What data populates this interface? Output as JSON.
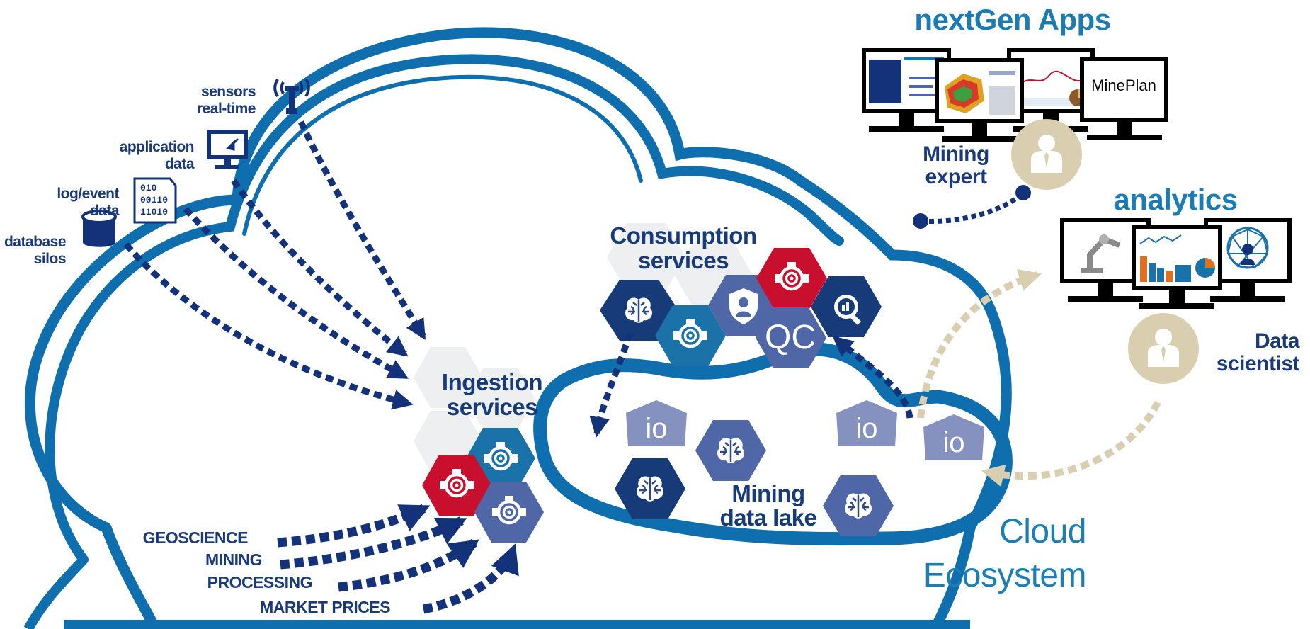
{
  "sources": {
    "sensors": "sensors\nreal-time",
    "application": "application\ndata",
    "log": "log/event\ndata",
    "database": "database\nsilos",
    "binary_lines": [
      "010",
      "00110",
      "11010"
    ]
  },
  "ingestion": {
    "title": "Ingestion\nservices"
  },
  "consumption": {
    "title": "Consumption\nservices",
    "qc_label": "QC"
  },
  "data_lake": {
    "title": "Mining\ndata lake",
    "io_label": "io"
  },
  "cloud": {
    "title": "Cloud\nEcosystem"
  },
  "feeds": [
    "GEOSCIENCE",
    "MINING",
    "PROCESSING",
    "MARKET PRICES"
  ],
  "apps": {
    "heading": "nextGen Apps",
    "screen_label": "MinePlan",
    "role": "Mining\nexpert"
  },
  "analytics": {
    "heading": "analytics",
    "role": "Data\nscientist"
  },
  "colors": {
    "cloud_blue": "#0f6fae",
    "navy": "#13327a",
    "hex_grey": "#eeeff1",
    "hex_red": "#c8102e",
    "hex_teal": "#1b72a8",
    "hex_slate": "#4f67a6",
    "io_slate": "#8592bf",
    "beige": "#d9cfb0"
  },
  "icons": [
    "antenna-icon",
    "monitor-icon",
    "binary-file-icon",
    "database-icon",
    "brain-icon",
    "lens-icon",
    "shield-user-icon",
    "search-chart-icon",
    "person-icon"
  ]
}
